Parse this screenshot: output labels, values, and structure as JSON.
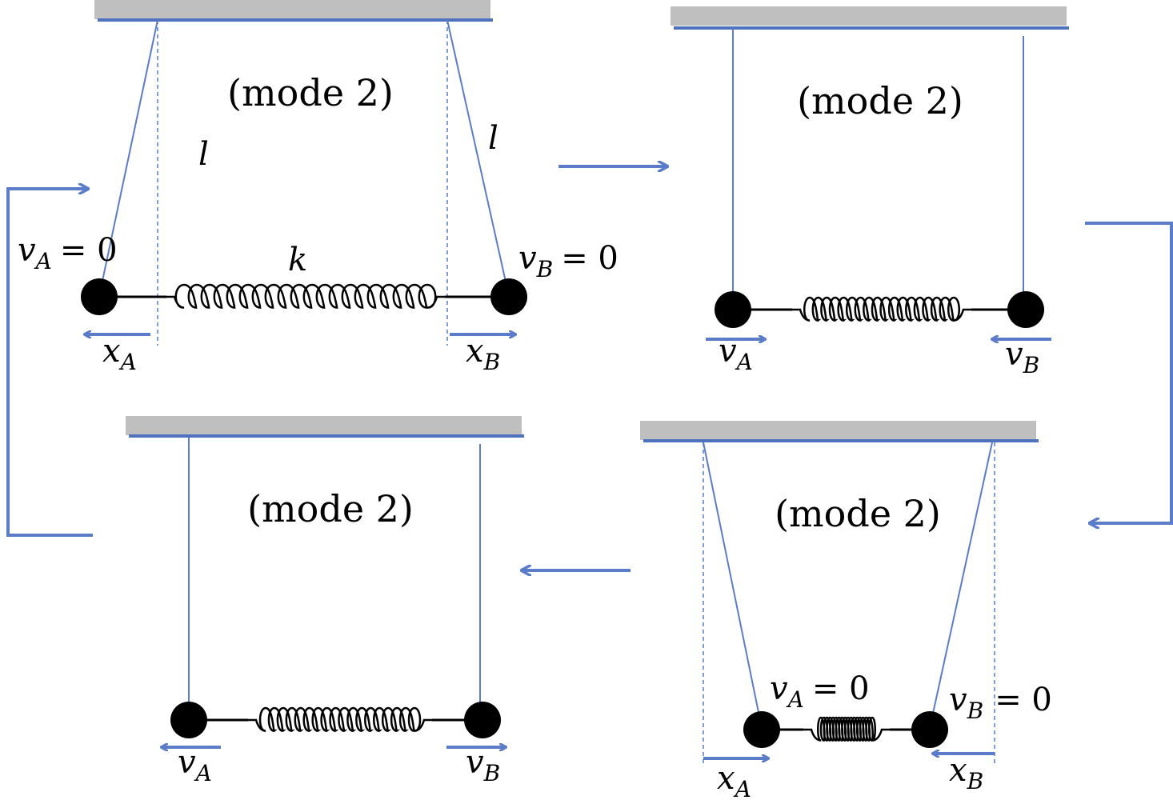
{
  "panels": [
    {
      "id": "top-left",
      "mode_label": "(mode 2)",
      "length_left": "l",
      "length_right": "l",
      "spring_label": "k",
      "label_left": {
        "var": "v",
        "sub": "A",
        "rhs": "= 0"
      },
      "label_right": {
        "var": "v",
        "sub": "B",
        "rhs": "= 0"
      },
      "arrow_left": {
        "var": "x",
        "sub": "A"
      },
      "arrow_right": {
        "var": "x",
        "sub": "B"
      }
    },
    {
      "id": "top-right",
      "mode_label": "(mode 2)",
      "arrow_left": {
        "var": "v",
        "sub": "A"
      },
      "arrow_right": {
        "var": "v",
        "sub": "B"
      }
    },
    {
      "id": "bottom-right",
      "mode_label": "(mode 2)",
      "label_left": {
        "var": "v",
        "sub": "A",
        "rhs": "= 0"
      },
      "label_right": {
        "var": "v",
        "sub": "B",
        "rhs": "= 0"
      },
      "arrow_left": {
        "var": "x",
        "sub": "A"
      },
      "arrow_right": {
        "var": "x",
        "sub": "B"
      }
    },
    {
      "id": "bottom-left",
      "mode_label": "(mode 2)",
      "arrow_left": {
        "var": "v",
        "sub": "A"
      },
      "arrow_right": {
        "var": "v",
        "sub": "B"
      }
    }
  ],
  "colors": {
    "ceiling": "#bfbfbf",
    "accent_blue": "#5b7cc8",
    "mass": "#000000"
  }
}
